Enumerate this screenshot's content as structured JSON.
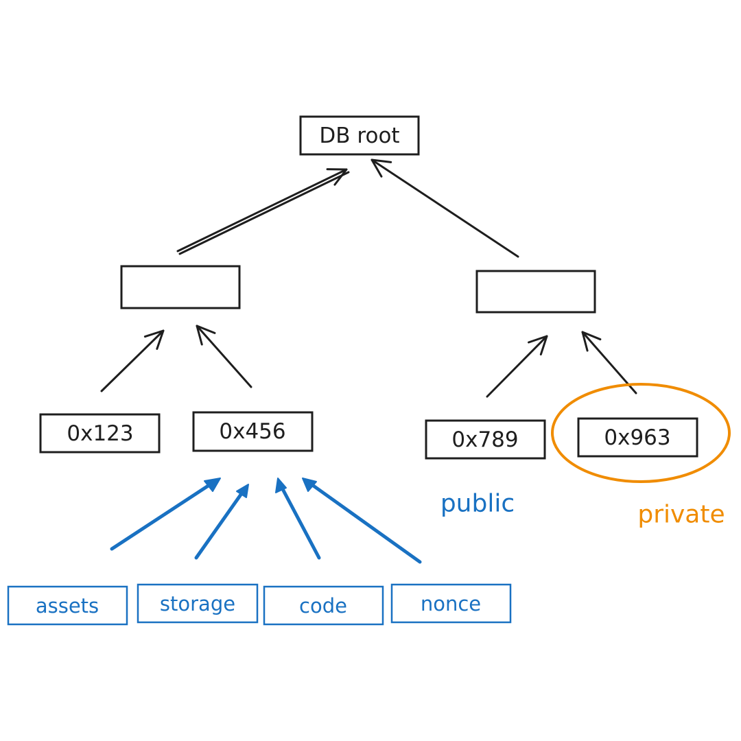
{
  "diagram": {
    "root": {
      "label": "DB root"
    },
    "internal_left": {
      "label": ""
    },
    "internal_right": {
      "label": ""
    },
    "leaves": [
      {
        "label": "0x123"
      },
      {
        "label": "0x456"
      },
      {
        "label": "0x789"
      },
      {
        "label": "0x963"
      }
    ],
    "account_fields": [
      {
        "label": "assets"
      },
      {
        "label": "storage"
      },
      {
        "label": "code"
      },
      {
        "label": "nonce"
      }
    ],
    "annotations": {
      "public": "public",
      "private": "private"
    }
  },
  "colors": {
    "ink": "#1e1e1e",
    "public_blue": "#1971c2",
    "private_orange": "#f08c00",
    "background": "#ffffff"
  }
}
